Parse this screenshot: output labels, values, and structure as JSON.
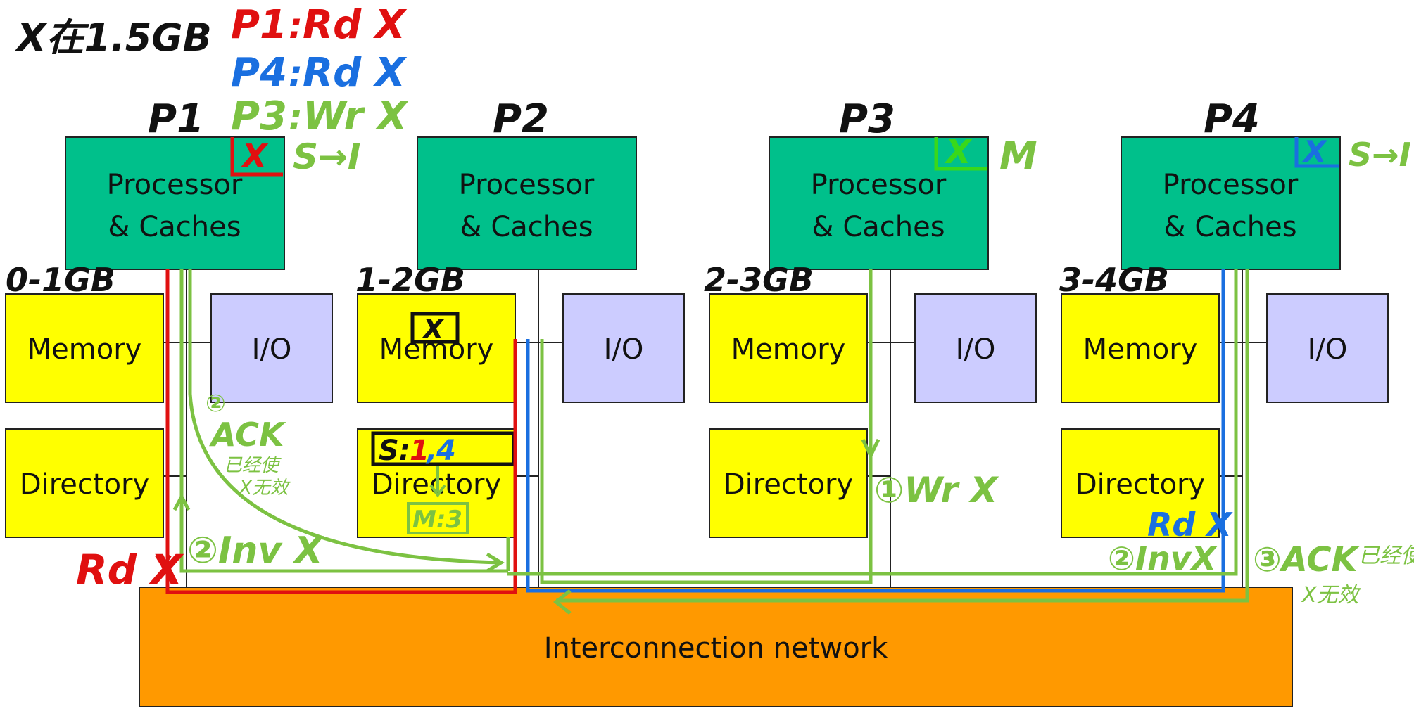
{
  "processors": [
    {
      "label": "P1",
      "box_line1": "Processor",
      "box_line2": "& Caches",
      "mem_range": "0-1GB"
    },
    {
      "label": "P2",
      "box_line1": "Processor",
      "box_line2": "& Caches",
      "mem_range": "1-2GB"
    },
    {
      "label": "P3",
      "box_line1": "Processor",
      "box_line2": "& Caches",
      "mem_range": "2-3GB"
    },
    {
      "label": "P4",
      "box_line1": "Processor",
      "box_line2": "& Caches",
      "mem_range": "3-4GB"
    }
  ],
  "memory_label": "Memory",
  "io_label": "I/O",
  "directory_label": "Directory",
  "network_label": "Interconnection network",
  "annotations": {
    "x_location": "X在1.5GB",
    "op1": {
      "proc": "P1",
      "sep": ":",
      "op": "Rd X"
    },
    "op2": {
      "proc": "P4",
      "sep": ":",
      "op": "Rd X"
    },
    "op3": {
      "proc": "P3",
      "sep": ":",
      "op": "Wr X"
    },
    "p1_cache_x": "X",
    "p1_state": "S→I",
    "p3_cache_x": "X",
    "p3_state": "M",
    "p4_cache_x": "X",
    "p4_state": "S→I",
    "mem_x": "X",
    "dir_sharers_prefix": "S:",
    "dir_sharer_a": "1",
    "dir_sharer_sep": ",",
    "dir_sharer_b": "4",
    "dir_new": "M:3",
    "ack1_num": "②",
    "ack1": "ACK",
    "ack1_note1": "已经使",
    "ack1_note2": "X无效",
    "inv1": "②Inv X",
    "rd_p1": "Rd X",
    "wr_p3": "①Wr X",
    "rd_p4": "Rd X",
    "inv2": "②InvX",
    "ack2": "③ACK",
    "ack2_note1": "已经使",
    "ack2_note2": "X无效"
  },
  "colors": {
    "processor_fill": "#00c08b",
    "memory_fill": "#ffff00",
    "io_fill": "#ccccff",
    "network_fill": "#ff9900",
    "red": "#e01010",
    "blue": "#1a6fe0",
    "green": "#7cc242"
  }
}
